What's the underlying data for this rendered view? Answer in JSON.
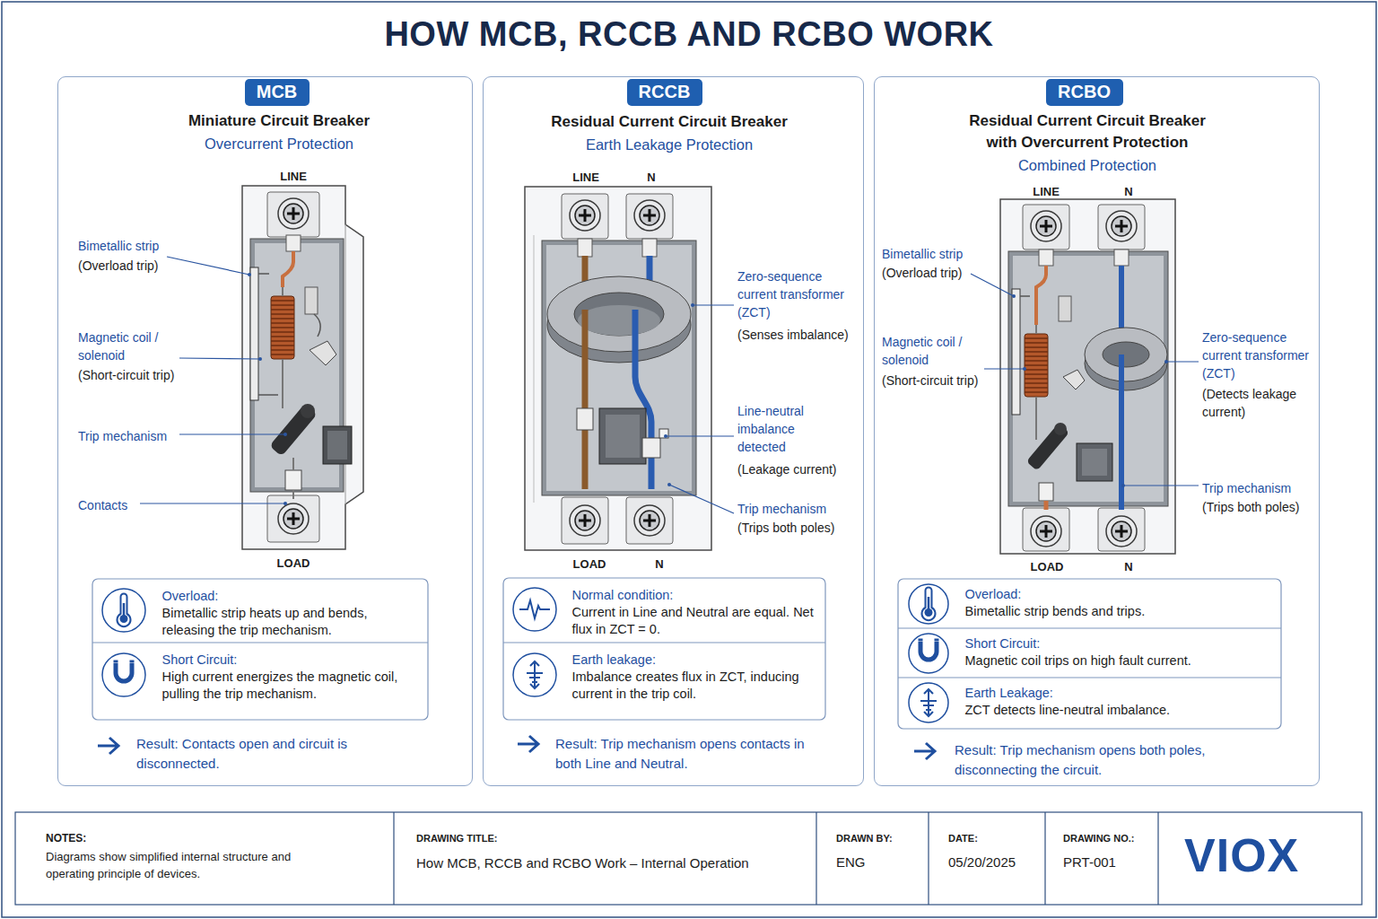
{
  "diagram": {
    "title": "HOW MCB, RCCB AND RCBO WORK",
    "nodes": [
      {
        "text": [
          "Miniature Circuit Breaker",
          "Overcurrent Protection"
        ]
      },
      {
        "text": [
          "MCB"
        ],
        "in": 0
      },
      {
        "text": [
          "Overload:",
          "Bimetallic strip heats up and bends, releasing the trip mechanism."
        ],
        "in": 0
      },
      {
        "text": [
          "Short Circuit:",
          "High current energizes the magnetic coil, pulling the trip mechanism."
        ],
        "in": 0
      },
      {
        "text": [
          "Residual Current Circuit Breaker",
          "Earth Leakage Protection"
        ]
      },
      {
        "text": [
          "RCCB"
        ],
        "in": 4
      },
      {
        "text": [
          "Normal condition:",
          "Current in Line and Neutral are equal. Net flux in ZCT = 0."
        ],
        "in": 4
      },
      {
        "text": [
          "Earth leakage:",
          "Imbalance creates flux in ZCT, inducing current in the trip coil."
        ],
        "in": 4
      },
      {
        "text": [
          "Residual Current Circuit Breaker with Overcurrent Protection",
          "Combined Protection"
        ]
      },
      {
        "text": [
          "RCBO"
        ],
        "in": 8
      },
      {
        "text": [
          "Overload:",
          "Bimetallic strip bends and trips."
        ],
        "in": 8
      },
      {
        "text": [
          "Short Circuit:",
          "Magnetic coil trips on high fault current."
        ],
        "in": 8
      },
      {
        "text": [
          "Earth Leakage:",
          "ZCT detects line-neutral imbalance."
        ],
        "in": 8
      }
    ],
    "labels": [
      "LINE",
      "LOAD",
      "Bimetallic strip",
      "(Overload trip)",
      "Magnetic coil / solenoid",
      "(Short-circuit trip)",
      "Trip mechanism",
      "Contacts",
      "Result: Contacts open and circuit is disconnected.",
      "LINE",
      "N",
      "LOAD",
      "N",
      "Zero-sequence current transformer (ZCT)",
      "(Senses imbalance)",
      "Line-neutral imbalance detected",
      "(Leakage current)",
      "Trip mechanism",
      "(Trips both poles)",
      "Result: Trip mechanism opens contacts in both Line and Neutral.",
      "LINE",
      "N",
      "LOAD",
      "N",
      "Bimetallic strip",
      "(Overload trip)",
      "Magnetic coil / solenoid",
      "(Short-circuit trip)",
      "Zero-sequence current transformer (ZCT)",
      "(Detects leakage current)",
      "Trip mechanism",
      "(Trips both poles)",
      "Result: Trip mechanism opens both poles, disconnecting the circuit.",
      "NOTES:",
      "Diagrams show simplified internal structure and operating principle of devices.",
      "DRAWING TITLE:",
      "How MCB, RCCB and RCBO Work – Internal Operation",
      "DRAWN BY:",
      "ENG",
      "DATE:",
      "05/20/2025",
      "DRAWING NO.:",
      "PRT-001",
      "VIOX"
    ]
  }
}
